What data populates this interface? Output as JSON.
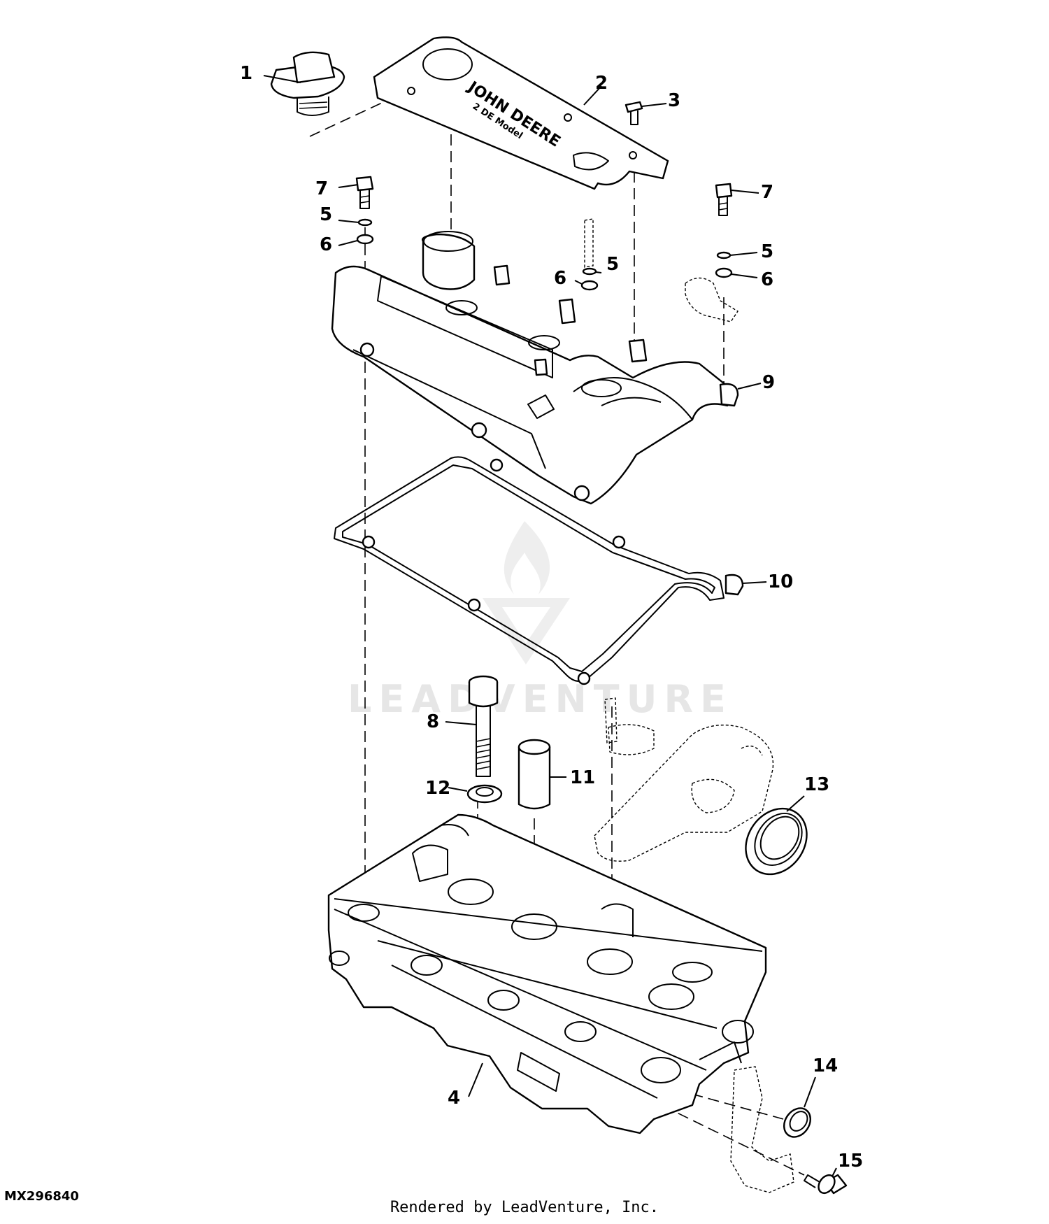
{
  "figure_id": "MX296840",
  "credit": "Rendered by LeadVenture, Inc.",
  "watermark": {
    "text": "LEADVENTURE"
  },
  "cover_logo": {
    "brand": "JOHN DEERE",
    "lettering": "2 DE Model"
  },
  "callouts": {
    "c1": "1",
    "c2": "2",
    "c3": "3",
    "c4": "4",
    "c5a": "5",
    "c5b": "5",
    "c5c": "5",
    "c6a": "6",
    "c6b": "6",
    "c6c": "6",
    "c7a": "7",
    "c7b": "7",
    "c8": "8",
    "c9": "9",
    "c10": "10",
    "c11": "11",
    "c12": "12",
    "c13": "13",
    "c14": "14",
    "c15": "15"
  }
}
